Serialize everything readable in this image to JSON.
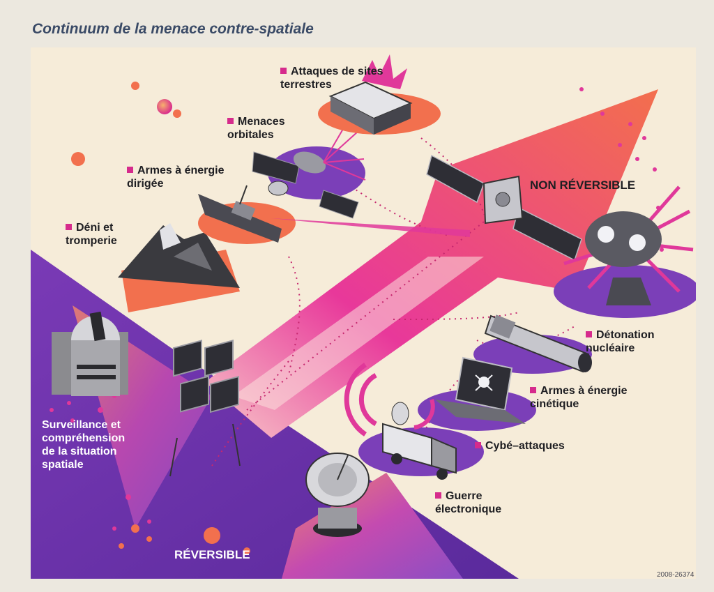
{
  "title": "Continuum de la menace contre-spatiale",
  "zones": {
    "reversible": "RÉVERSIBLE",
    "non_reversible": "NON RÉVERSIBLE"
  },
  "threats": [
    {
      "id": "surveillance",
      "label": "Surveillance et\ncompréhension\nde la situation\nspatiale",
      "marker": false
    },
    {
      "id": "deni",
      "label": "Déni et\ntromperie",
      "marker": true
    },
    {
      "id": "armes-energie-dirigee",
      "label": "Armes à énergie\ndirigée",
      "marker": true
    },
    {
      "id": "menaces-orbitales",
      "label": "Menaces\norbitales",
      "marker": true
    },
    {
      "id": "attaques-sites",
      "label": "Attaques de sites\nterrestres",
      "marker": true
    },
    {
      "id": "detonation",
      "label": "Détonation\nnucléaire",
      "marker": true
    },
    {
      "id": "armes-cinetique",
      "label": "Armes à énergie\ncinétique",
      "marker": true
    },
    {
      "id": "cyber",
      "label": "Cybé–attaques",
      "marker": true
    },
    {
      "id": "guerre-electronique",
      "label": "Guerre\nélectronique",
      "marker": true
    }
  ],
  "reference": "2008-26374",
  "colors": {
    "pink": "#e0389a",
    "magenta_marker": "#d62b8c",
    "orange": "#f2704e",
    "purple": "#7b3fb8",
    "dark_purple": "#5a2a9c",
    "background": "#f6ecd9",
    "title": "#3a4a66"
  },
  "icons": [
    "observatory-icon",
    "solar-panel-icon",
    "mountain-icon",
    "warship-icon",
    "satellite-icon",
    "factory-explosion-icon",
    "mushroom-cloud-icon",
    "missile-icon",
    "laptop-skull-icon",
    "jammer-truck-icon",
    "radar-dish-icon"
  ]
}
